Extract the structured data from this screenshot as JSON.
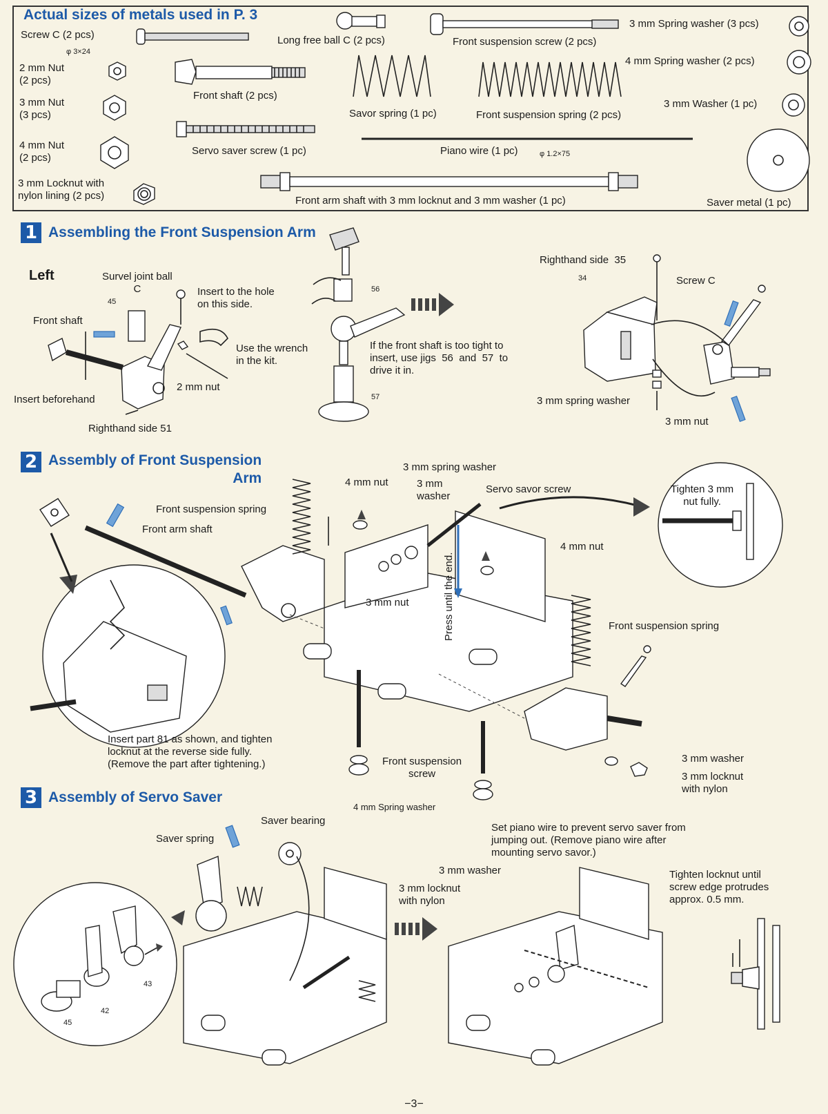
{
  "parts_section": {
    "title": "Actual sizes of metals used in P. 3",
    "items": {
      "screw_c": "Screw C (2 pcs)",
      "screw_c_dim": "φ 3×24",
      "nut2": "2 mm Nut\n(2 pcs)",
      "nut3": "3 mm Nut\n(3 pcs)",
      "nut4": "4 mm Nut\n(2 pcs)",
      "locknut": "3 mm Locknut with\nnylon lining (2 pcs)",
      "long_ball": "Long free ball C (2 pcs)",
      "front_shaft": "Front shaft (2 pcs)",
      "servo_saver_screw": "Servo saver screw (1 pc)",
      "savor_spring": "Savor spring (1 pc)",
      "front_susp_screw": "Front suspension screw (2 pcs)",
      "front_susp_spring": "Front suspension spring (2 pcs)",
      "piano_wire": "Piano wire (1 pc)",
      "piano_wire_dim": "φ 1.2×75",
      "front_arm_shaft": "Front arm shaft with 3 mm locknut and 3 mm washer (1 pc)",
      "spring_washer3": "3 mm Spring washer (3 pcs)",
      "spring_washer4": "4 mm Spring washer (2 pcs)",
      "washer3": "3 mm Washer (1 pc)",
      "saver_metal": "Saver metal (1 pc)"
    }
  },
  "step1": {
    "number": "1",
    "title": "Assembling the Front Suspension Arm",
    "left": "Left",
    "survel_ball": "Survel joint ball\nC",
    "insert_hole": "Insert to the hole\non this side.",
    "front_shaft": "Front shaft",
    "use_wrench": "Use the wrench\nin the kit.",
    "nut2": "2 mm nut",
    "insert_beforehand": "Insert beforehand",
    "righthand51": "Righthand side 51",
    "jig_note": "If the front shaft is too tight to\ninsert, use jigs  56  and  57  to\ndrive it in.",
    "righthand35": "Righthand side  35",
    "screw_c": "Screw C",
    "spring_washer3": "3 mm spring washer",
    "nut3": "3 mm nut",
    "part45": "45",
    "part56": "56",
    "part57": "57",
    "part34": "34"
  },
  "step2": {
    "number": "2",
    "title": "Assembly of Front Suspension\nArm",
    "spring_washer3": "3 mm spring washer",
    "nut4a": "4 mm nut",
    "washer3": "3 mm\nwasher",
    "servo_savor_screw": "Servo savor screw",
    "tighten": "Tighten 3 mm\nnut fully.",
    "front_susp_spring": "Front suspension spring",
    "front_arm_shaft": "Front arm shaft",
    "nut4b": "4 mm nut",
    "nut3": "3 mm nut",
    "press": "Press until the end.",
    "front_susp_spring2": "Front suspension spring",
    "insert81": "Insert part 81 as shown, and tighten\nlocknut at the reverse side fully.\n(Remove the part after tightening.)",
    "front_susp_screw": "Front suspension\nscrew",
    "washer3b": "3 mm washer",
    "locknut": "3 mm locknut\nwith nylon",
    "spring_washer4": "4 mm Spring washer"
  },
  "step3": {
    "number": "3",
    "title": "Assembly of Servo Saver",
    "saver_bearing": "Saver bearing",
    "saver_spring": "Saver spring",
    "piano_note": "Set piano wire to prevent servo saver from\njumping out. (Remove piano wire after\nmounting servo savor.)",
    "washer3": "3 mm washer",
    "locknut": "3 mm locknut\nwith nylon",
    "tighten_locknut": "Tighten locknut until\nscrew edge protrudes\napprox. 0.5 mm.",
    "part42": "42",
    "part43": "43",
    "part45": "45"
  },
  "page_number": "−3−"
}
